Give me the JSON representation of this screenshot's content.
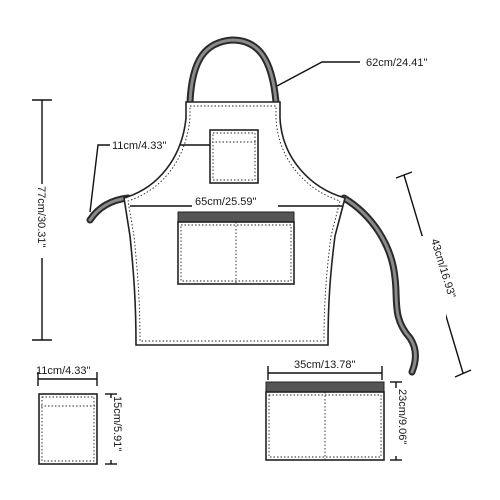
{
  "colors": {
    "outline": "#222222",
    "strap": "#2a2a2a",
    "band": "#555555",
    "background": "#ffffff"
  },
  "labels": {
    "neck_strap": "62cm/24.41\"",
    "chest_pocket_width": "11cm/4.33\"",
    "total_length": "77cm/30.31\"",
    "waist_width": "65cm/25.59\"",
    "tie_length": "43cm/16.93\"",
    "small_pocket_width": "11cm/4.33\"",
    "small_pocket_height": "15cm/5.91\"",
    "large_pocket_width": "35cm/13.78\"",
    "large_pocket_height": "23cm/9.06\""
  }
}
